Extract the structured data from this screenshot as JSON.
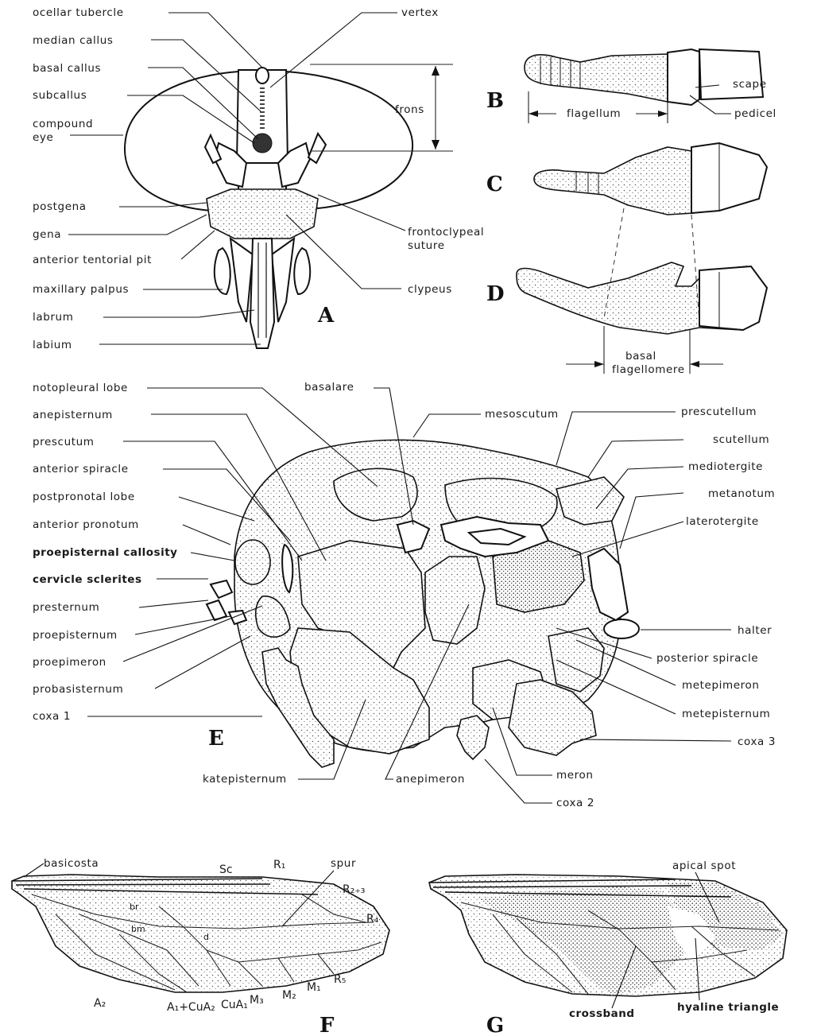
{
  "panels": {
    "A": "A",
    "B": "B",
    "C": "C",
    "D": "D",
    "E": "E",
    "F": "F",
    "G": "G"
  },
  "head_labels": {
    "ocellar_tubercle": "ocellar tubercle",
    "median_callus": "median callus",
    "basal_callus": "basal callus",
    "subcallus": "subcallus",
    "compound_eye_1": "compound",
    "compound_eye_2": "eye",
    "postgena": "postgena",
    "gena": "gena",
    "anterior_tentorial_pit": "anterior tentorial pit",
    "maxillary_palpus": "maxillary palpus",
    "labrum": "labrum",
    "labium": "labium",
    "vertex": "vertex",
    "frons": "frons",
    "frontoclypeal_1": "frontoclypeal",
    "frontoclypeal_2": "suture",
    "clypeus": "clypeus"
  },
  "antenna_labels": {
    "scape": "scape",
    "pedicel": "pedicel",
    "flagellum": "flagellum",
    "basal_1": "basal",
    "basal_2": "flagellomere"
  },
  "thorax_labels_left": [
    "notopleural lobe",
    "anepisternum",
    "prescutum",
    "anterior spiracle",
    "postpronotal lobe",
    "anterior pronotum",
    "proepisternal callosity",
    "cervicle sclerites",
    "presternum",
    "proepisternum",
    "proepimeron",
    "probasisternum",
    "coxa 1"
  ],
  "thorax_labels_right": [
    "prescutellum",
    "scutellum",
    "mediotergite",
    "metanotum",
    "laterotergite",
    "halter",
    "posterior spiracle",
    "metepimeron",
    "metepisternum",
    "coxa 3"
  ],
  "thorax_labels_top": {
    "basalare": "basalare",
    "mesoscutum": "mesoscutum"
  },
  "thorax_labels_bottom": {
    "katepisternum": "katepisternum",
    "anepimeron": "anepimeron",
    "meron": "meron",
    "coxa_2": "coxa 2"
  },
  "wing_f_labels": {
    "basicosta": "basicosta",
    "sc": "Sc",
    "r1": "R₁",
    "spur": "spur",
    "r23": "R₂₊₃",
    "r4": "R₄",
    "r5": "R₅",
    "m1": "M₁",
    "m2": "M₂",
    "m3": "M₃",
    "cua1": "CuA₁",
    "a1cua2": "A₁+CuA₂",
    "a2": "A₂",
    "br": "br",
    "bm": "bm",
    "d": "d"
  },
  "wing_g_labels": {
    "apical_spot": "apical spot",
    "crossband": "crossband",
    "hyaline_triangle": "hyaline triangle"
  }
}
